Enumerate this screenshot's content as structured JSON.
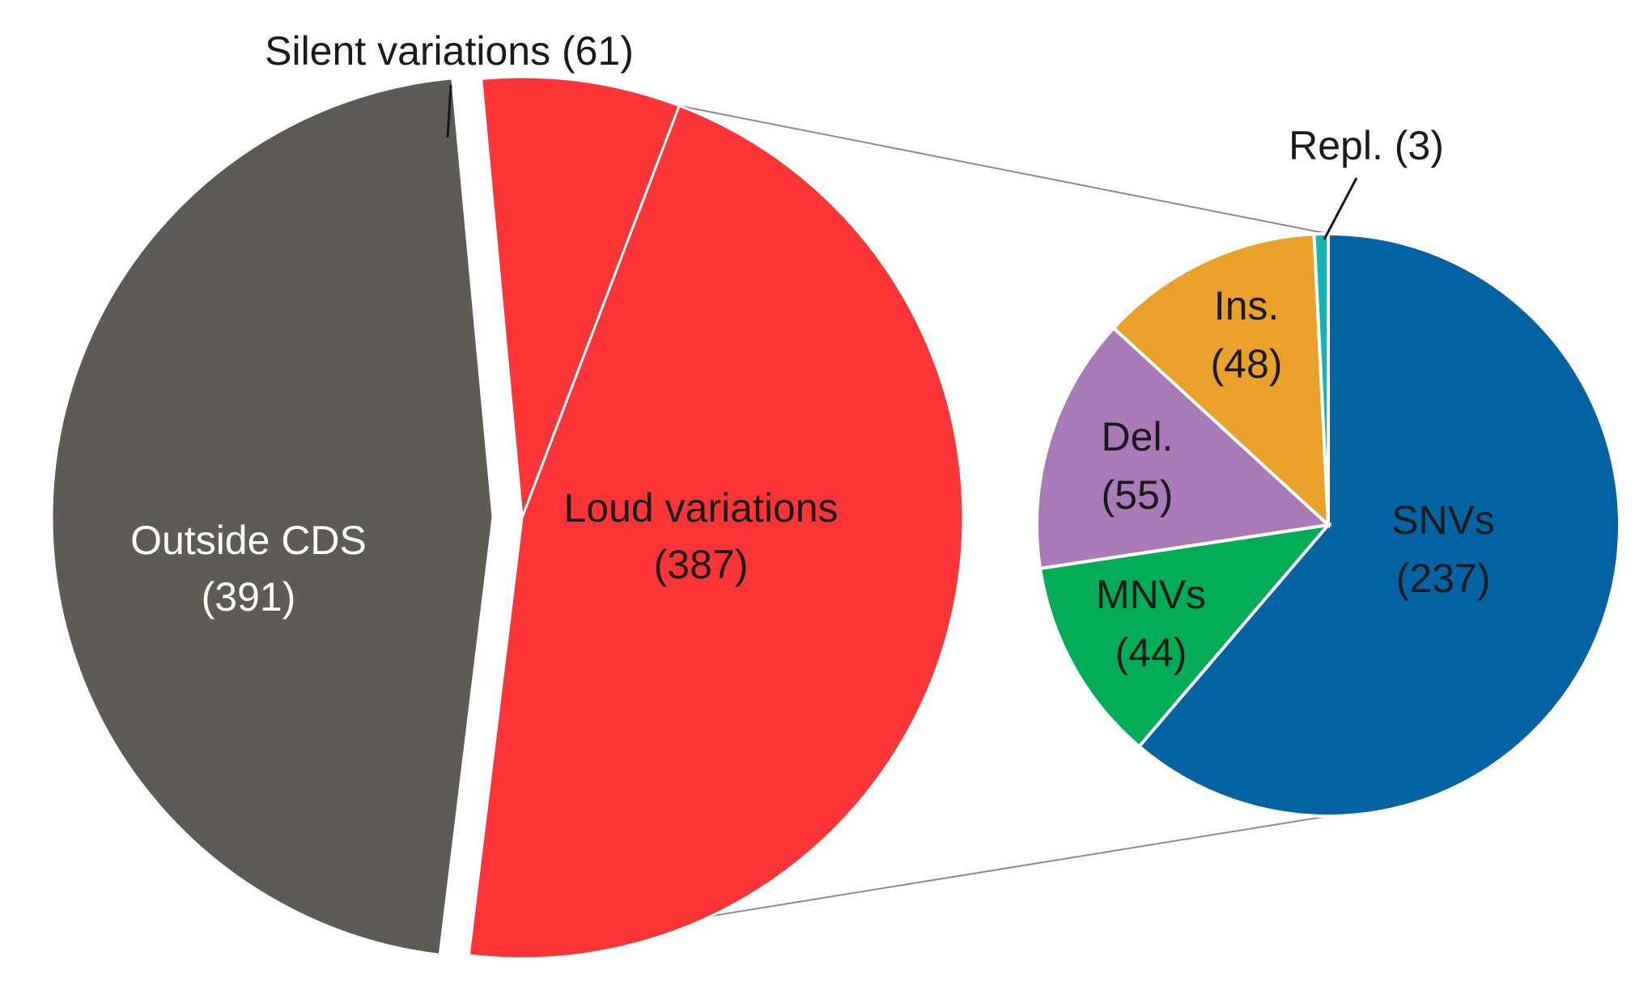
{
  "chart_data": [
    {
      "type": "pie",
      "title": "",
      "slices": [
        {
          "label": "Outside CDS",
          "value": 391,
          "value_text": "(391)",
          "color": "#5e5b55",
          "text_color": "#ffffff",
          "exploded": true
        },
        {
          "label": "Silent variations",
          "value": 61,
          "value_text": "(61)",
          "color": "#fb3436",
          "text_color": "#1a1a1a",
          "exploded": false
        },
        {
          "label": "Loud variations",
          "value": 387,
          "value_text": "(387)",
          "color": "#fb3436",
          "text_color": "#1a1a1a",
          "exploded": false
        }
      ]
    },
    {
      "type": "pie",
      "title": "",
      "detail_of": "Loud variations",
      "slices": [
        {
          "label": "SNVs",
          "value": 237,
          "value_text": "(237)",
          "color": "#0263a3",
          "text_color": "#1a1a1a"
        },
        {
          "label": "MNVs",
          "value": 44,
          "value_text": "(44)",
          "color": "#00ad56",
          "text_color": "#1a1a1a"
        },
        {
          "label": "Del.",
          "value": 55,
          "value_text": "(55)",
          "color": "#aa7ab8",
          "text_color": "#1a1a1a"
        },
        {
          "label": "Ins.",
          "value": 48,
          "value_text": "(48)",
          "color": "#e9a12a",
          "text_color": "#1a1a1a"
        },
        {
          "label": "Repl.",
          "value": 3,
          "value_text": "(3)",
          "color": "#16b5b0",
          "text_color": "#1a1a1a"
        }
      ]
    }
  ]
}
